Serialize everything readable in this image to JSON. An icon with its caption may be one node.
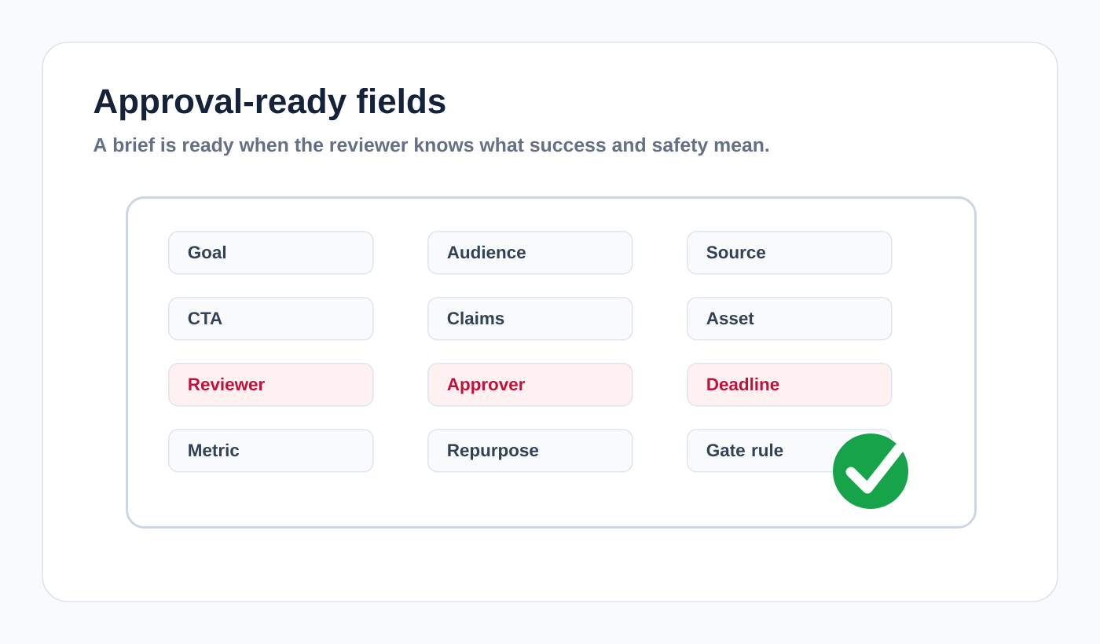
{
  "diagram": {
    "title": "Approval-ready fields",
    "nodes": [
      {
        "text": [],
        "shape": "box"
      },
      {
        "text": [
          "Goal"
        ],
        "in": 0
      },
      {
        "text": [
          "Audience"
        ],
        "in": 0
      },
      {
        "text": [
          "Source"
        ],
        "in": 0
      },
      {
        "text": [
          "CTA"
        ],
        "in": 0
      },
      {
        "text": [
          "Claims"
        ],
        "in": 0
      },
      {
        "text": [
          "Asset"
        ],
        "in": 0
      },
      {
        "text": [
          "Reviewer"
        ],
        "in": 0
      },
      {
        "text": [
          "Approver"
        ],
        "in": 0
      },
      {
        "text": [
          "Deadline"
        ],
        "in": 0
      },
      {
        "text": [
          "Metric"
        ],
        "in": 0
      },
      {
        "text": [
          "Repurpose"
        ],
        "in": 0
      },
      {
        "text": [
          "Gate rule"
        ],
        "in": 0
      }
    ],
    "labels": [
      "A brief is ready when the reviewer knows what success and safety mean."
    ]
  }
}
